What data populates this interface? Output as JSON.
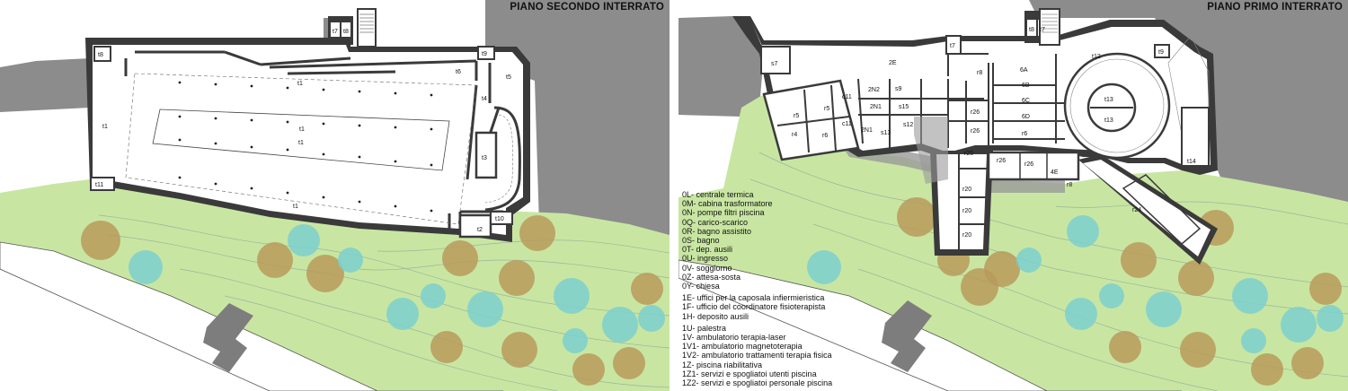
{
  "left": {
    "title": "PIANO SECONDO INTERRATO",
    "labels": [
      "t8",
      "t7",
      "t8",
      "t9",
      "t6",
      "t5",
      "t1",
      "t1",
      "t1",
      "t4",
      "t1",
      "t3",
      "t11",
      "t1",
      "t10",
      "t2"
    ]
  },
  "right": {
    "title": "PIANO PRIMO INTERRATO",
    "labels": [
      "t7",
      "t8",
      "t7",
      "t9",
      "s7",
      "2E",
      "t12",
      "r8",
      "6A",
      "2N2",
      "s9",
      "6B",
      "c11",
      "2N1",
      "s15",
      "6C",
      "r5",
      "r5",
      "r26",
      "6D",
      "c11",
      "2N1",
      "s13",
      "s12",
      "r26",
      "r6",
      "r4",
      "r6",
      "t13",
      "t13",
      "r25",
      "r26",
      "r26",
      "4E",
      "t14",
      "r8",
      "r20",
      "r24",
      "r20",
      "r20"
    ],
    "legend": [
      [
        "0L- centrale termica",
        "0M- cabina trasformatore",
        "0N- pompe filtri piscina",
        "0Q- carico-scarico",
        "0R- bagno assistito",
        "0S- bagno",
        "0T- dep. ausili",
        "0U- ingresso",
        "0V- soggiorno",
        "0Z- attesa-sosta",
        "0Y- chiesa"
      ],
      [
        "1E- uffici per la caposala infiermieristica",
        "1F- ufficio del coordinatore fisioterapista",
        "1H- deposito ausili"
      ],
      [
        "1U- palestra",
        "1V- ambulatorio terapia-laser",
        "1V1- ambulatorio magnetoterapia",
        "1V2- ambulatorio trattamenti terapia fisica",
        "1Z- piscina riabilitativa",
        "1Z1- servizi e spogliatoi utenti piscina",
        "1Z2- servizi e spogliatoi personale piscina"
      ]
    ]
  }
}
